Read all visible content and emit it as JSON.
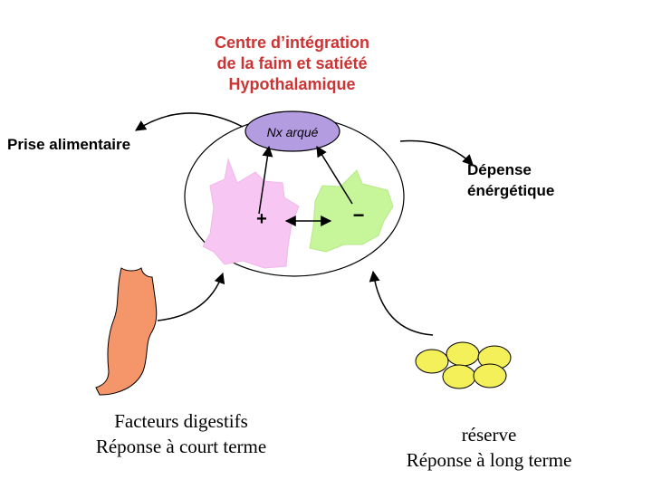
{
  "title": {
    "line1": "Centre d’intégration",
    "line2": "de la faim et satiété",
    "line3": "Hypothalamique"
  },
  "nucleus_label": "Nx arqué",
  "intake_label": "Prise alimentaire",
  "expenditure": {
    "line1": "Dépense",
    "line2": "énérgétique"
  },
  "plus_sign": "+",
  "minus_sign": "−",
  "digestive": {
    "line1": "Facteurs digestifs",
    "line2": "Réponse à court terme"
  },
  "reserve": {
    "line1": "réserve",
    "line2": "Réponse à long terme"
  },
  "colors": {
    "title": "#cc3333",
    "nucleus_fill": "#b49ce0",
    "pink_neuron": "#f7c6f2",
    "green_neuron": "#c6f59a",
    "stomach": "#f5956a",
    "fat_cells": "#f3f05a"
  }
}
